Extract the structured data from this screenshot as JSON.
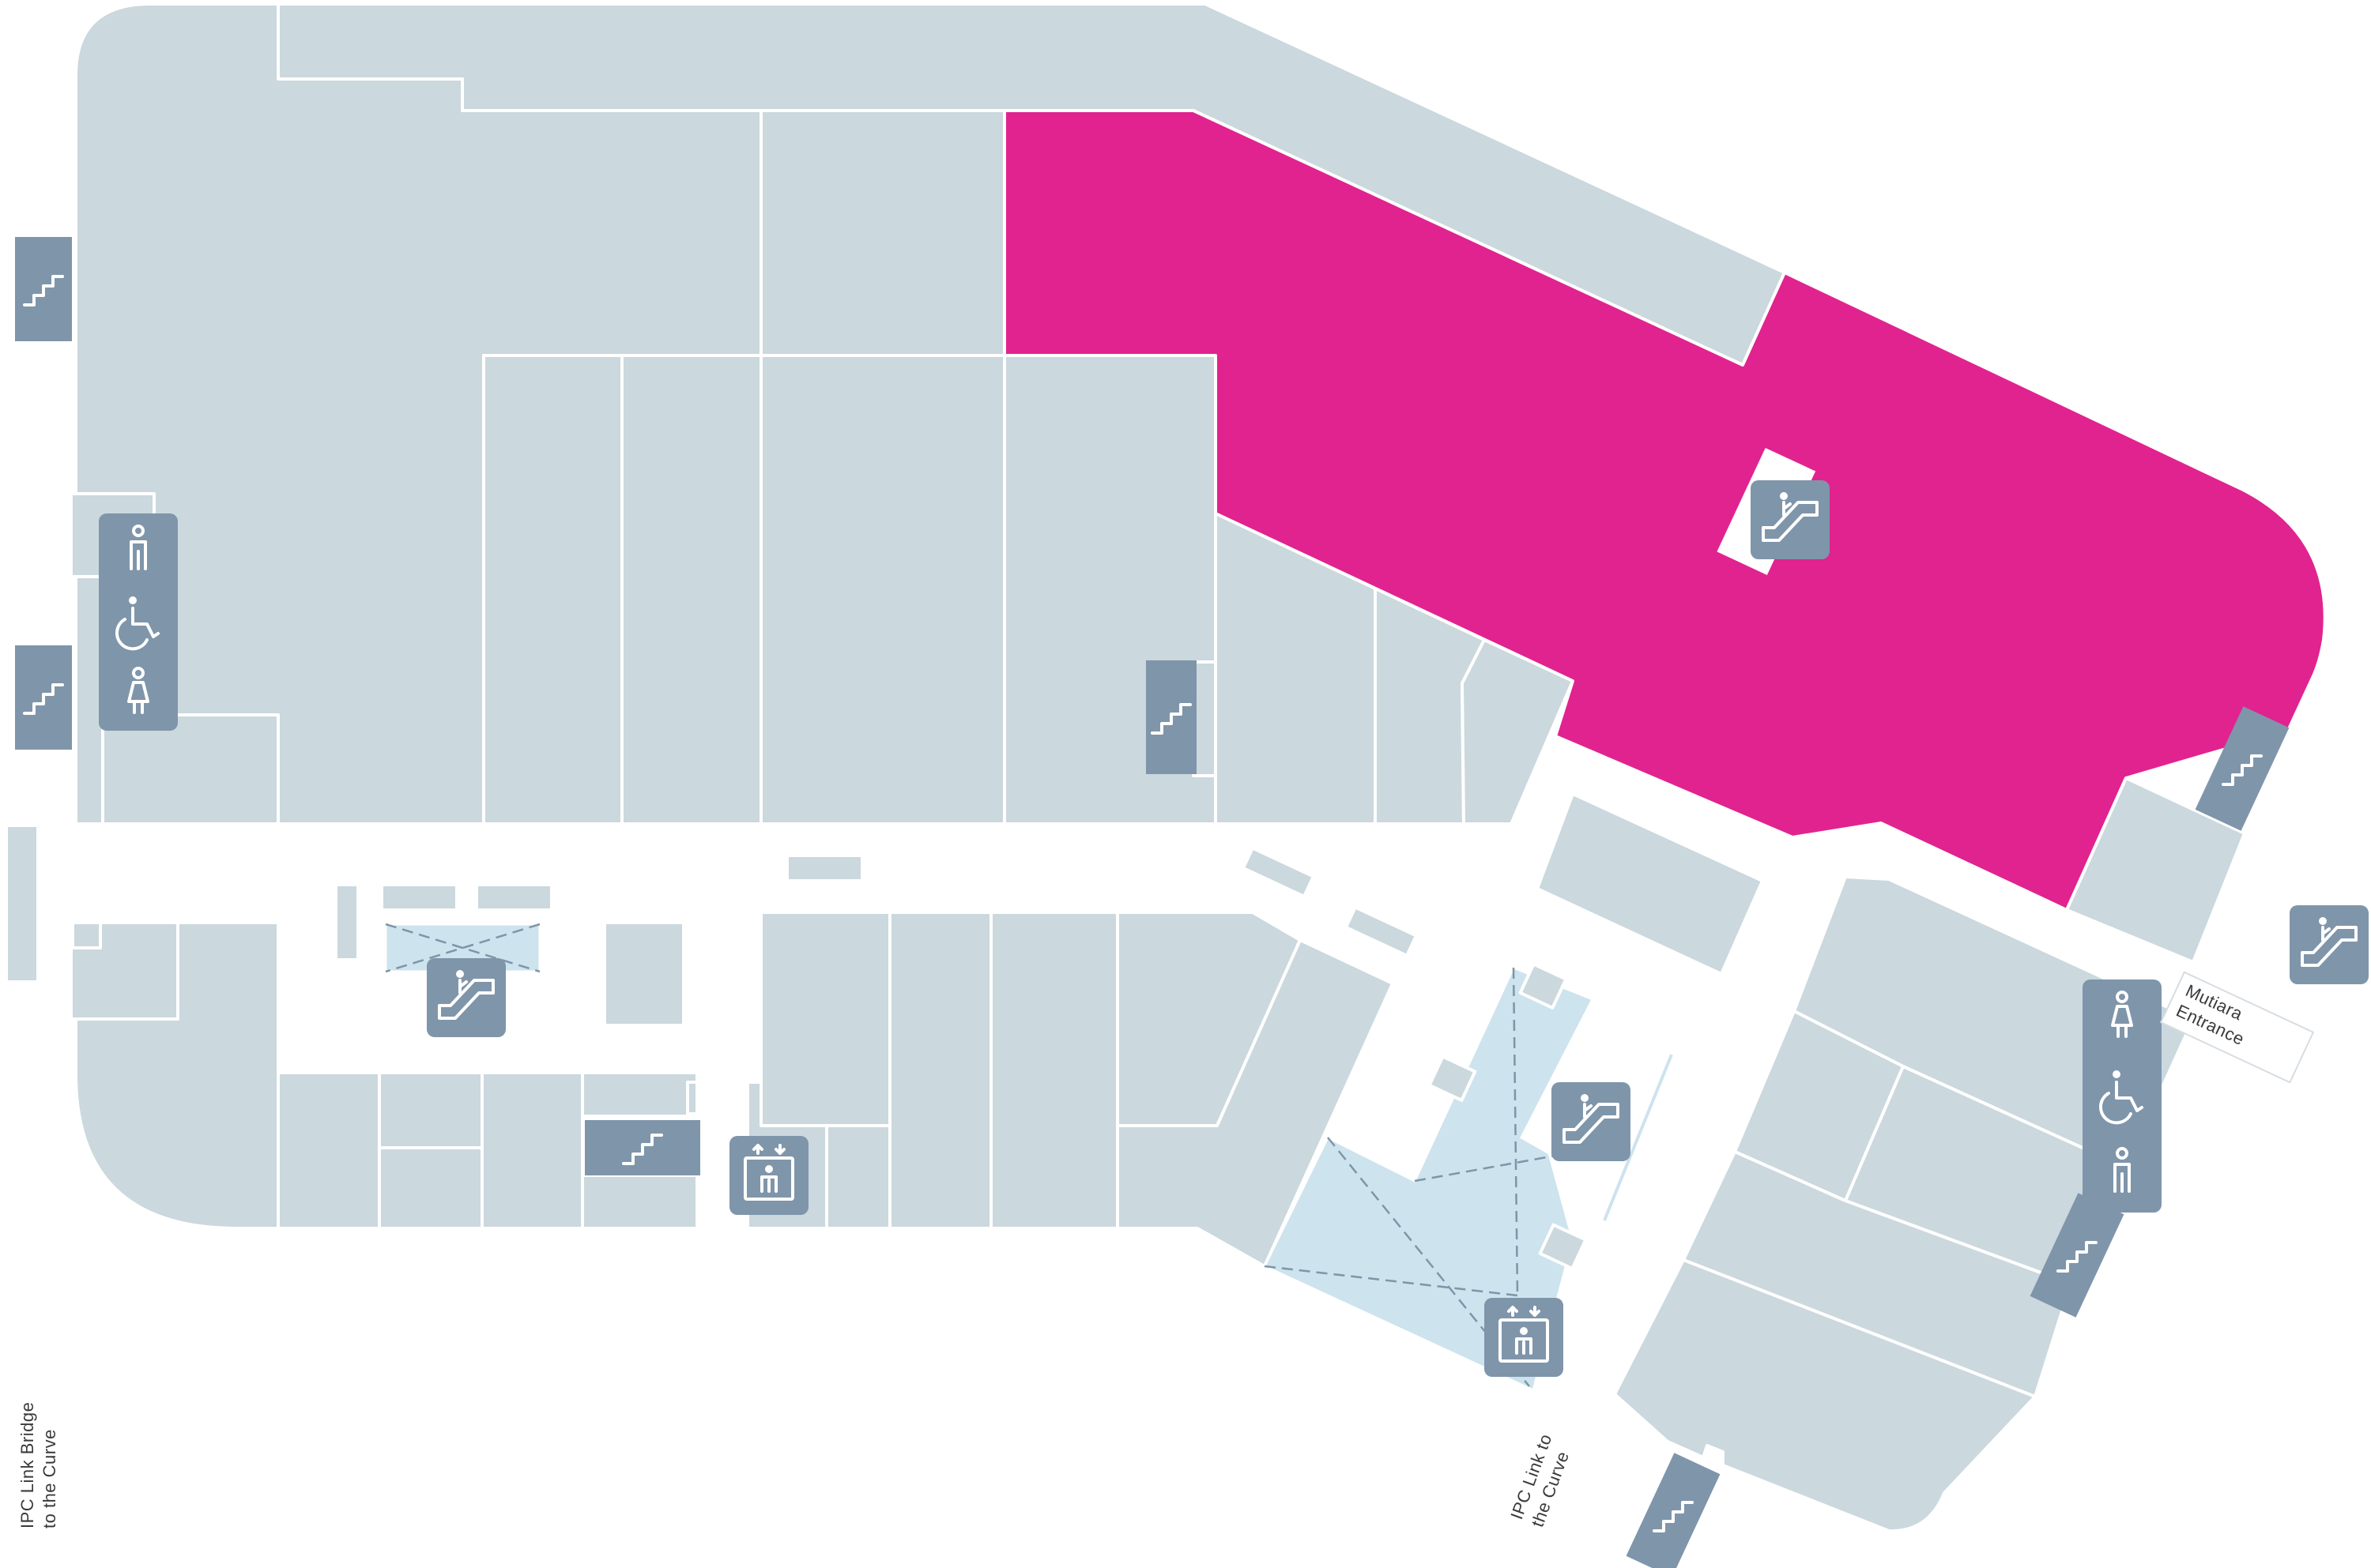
{
  "map": {
    "highlight_color": "#e0238f",
    "unit_color": "#cbd8de",
    "void_color": "#cde3ee",
    "icon_tile_color": "#7f95aa",
    "labels": {
      "mutiara_line1": "Mutiara",
      "mutiara_line2": "Entrance",
      "ipc_link_line1": "IPC Link to",
      "ipc_link_line2": "the Curve",
      "ipc_bridge_line1": "IPC Link Bridge",
      "ipc_bridge_line2": "to the Curve"
    },
    "icons": [
      "stairs-icon",
      "escalator-icon",
      "lift-icon",
      "male-toilet-icon",
      "female-toilet-icon",
      "accessible-toilet-icon"
    ]
  }
}
